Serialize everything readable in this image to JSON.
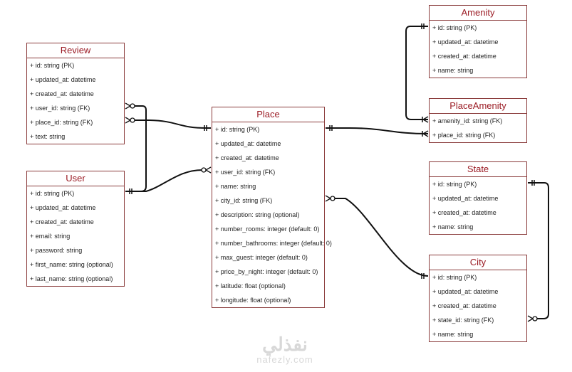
{
  "entities": [
    {
      "id": "review",
      "name": "Review",
      "fields": [
        "+ id: string (PK)",
        "+ updated_at: datetime",
        "+ created_at: datetime",
        "+ user_id: string (FK)",
        "+ place_id: string (FK)",
        "+ text: string"
      ]
    },
    {
      "id": "user",
      "name": "User",
      "fields": [
        "+ id: string (PK)",
        "+ updated_at: datetime",
        "+ created_at: datetime",
        "+ email: string",
        "+ password: string",
        "+ first_name: string (optional)",
        "+ last_name: string (optional)"
      ]
    },
    {
      "id": "place",
      "name": "Place",
      "fields": [
        "+ id: string (PK)",
        "+ updated_at: datetime",
        "+ created_at: datetime",
        "+ user_id: string (FK)",
        "+ name: string",
        "+ city_id: string (FK)",
        "+ description: string (optional)",
        "+ number_rooms: integer (default: 0)",
        "+ number_bathrooms: integer (default: 0)",
        "+ max_guest: integer (default: 0)",
        "+ price_by_night: integer (default: 0)",
        "+ latitude: float (optional)",
        "+ longitude: float (optional)"
      ]
    },
    {
      "id": "amenity",
      "name": "Amenity",
      "fields": [
        "+ id: string (PK)",
        "+ updated_at: datetime",
        "+ created_at: datetime",
        "+ name: string"
      ]
    },
    {
      "id": "placeamenity",
      "name": "PlaceAmenity",
      "fields": [
        "+ amenity_id: string (FK)",
        "+ place_id: string (FK)"
      ]
    },
    {
      "id": "state",
      "name": "State",
      "fields": [
        "+ id: string (PK)",
        "+ updated_at: datetime",
        "+ created_at: datetime",
        "+ name: string"
      ]
    },
    {
      "id": "city",
      "name": "City",
      "fields": [
        "+ id: string (PK)",
        "+ updated_at: datetime",
        "+ created_at: datetime",
        "+ state_id: string (FK)",
        "+ name: string"
      ]
    }
  ],
  "relationships": [
    {
      "from": "review.user_id",
      "to": "user.id",
      "from_card": "zero-or-many",
      "to_card": "one-and-only-one"
    },
    {
      "from": "review.place_id",
      "to": "place.id",
      "from_card": "zero-or-many",
      "to_card": "one-and-only-one"
    },
    {
      "from": "place.user_id",
      "to": "user.id",
      "from_card": "zero-or-many",
      "to_card": "one-and-only-one"
    },
    {
      "from": "placeamenity.amenity_id",
      "to": "amenity.id",
      "from_card": "one-or-many",
      "to_card": "one-and-only-one"
    },
    {
      "from": "placeamenity.place_id",
      "to": "place.id",
      "from_card": "one-or-many",
      "to_card": "one-and-only-one"
    },
    {
      "from": "place.city_id",
      "to": "city.id",
      "from_card": "zero-or-many",
      "to_card": "one-and-only-one"
    },
    {
      "from": "city.state_id",
      "to": "state.id",
      "from_card": "zero-or-many",
      "to_card": "one-and-only-one"
    }
  ],
  "watermark": {
    "arabic": "نفذلي",
    "latin": "nafezly.com"
  },
  "colors": {
    "title": "#9b1b24",
    "border": "#8a3b3b",
    "line": "#111111"
  }
}
